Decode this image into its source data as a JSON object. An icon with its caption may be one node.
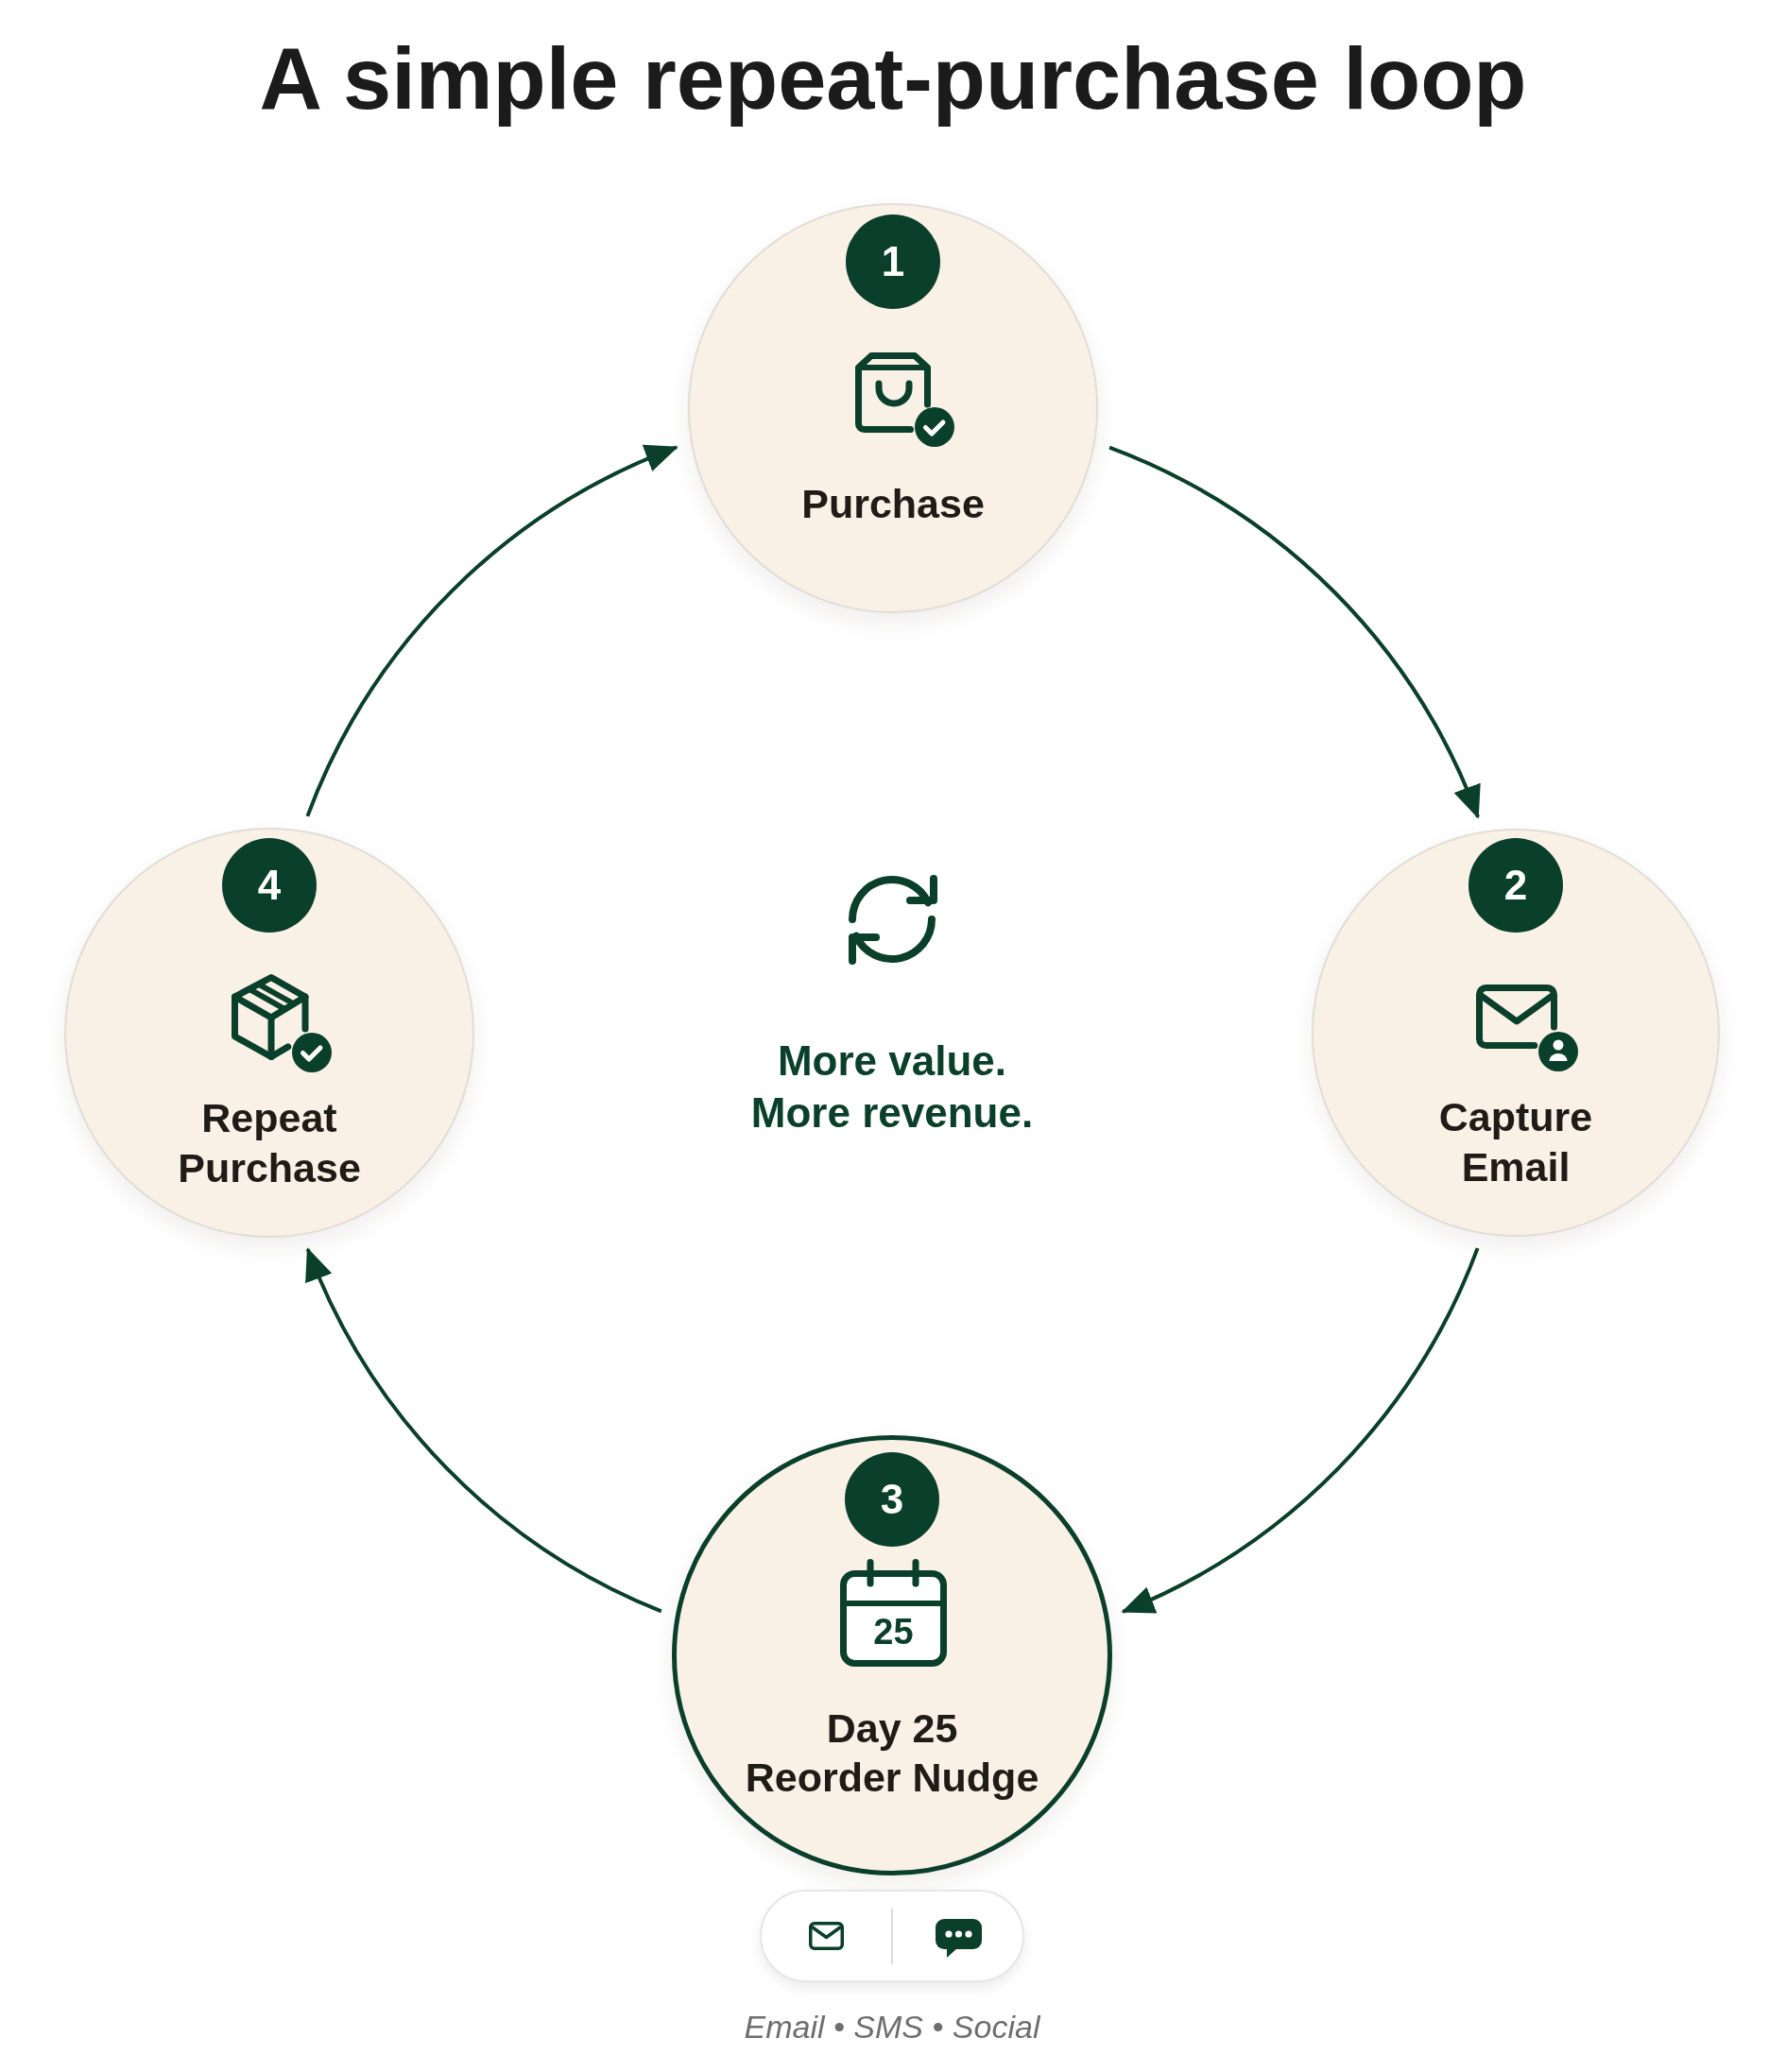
{
  "diagram": {
    "title": "A simple repeat-purchase loop",
    "nodes": [
      {
        "text": [
          "1",
          "Purchase"
        ]
      },
      {
        "text": [
          "2",
          "Capture Email"
        ]
      },
      {
        "text": [
          "3",
          "25",
          "Day 25 Reorder Nudge"
        ]
      },
      {
        "text": [
          "4",
          "Repeat Purchase"
        ]
      }
    ],
    "edges": [
      {
        "from": 0,
        "to": 1,
        "arrow": "to"
      },
      {
        "from": 1,
        "to": 2,
        "arrow": "to"
      },
      {
        "from": 2,
        "to": 3,
        "arrow": "to"
      },
      {
        "from": 3,
        "to": 0,
        "arrow": "to"
      }
    ],
    "labels": [
      "More value. More revenue.",
      "Email • SMS • Social"
    ]
  }
}
